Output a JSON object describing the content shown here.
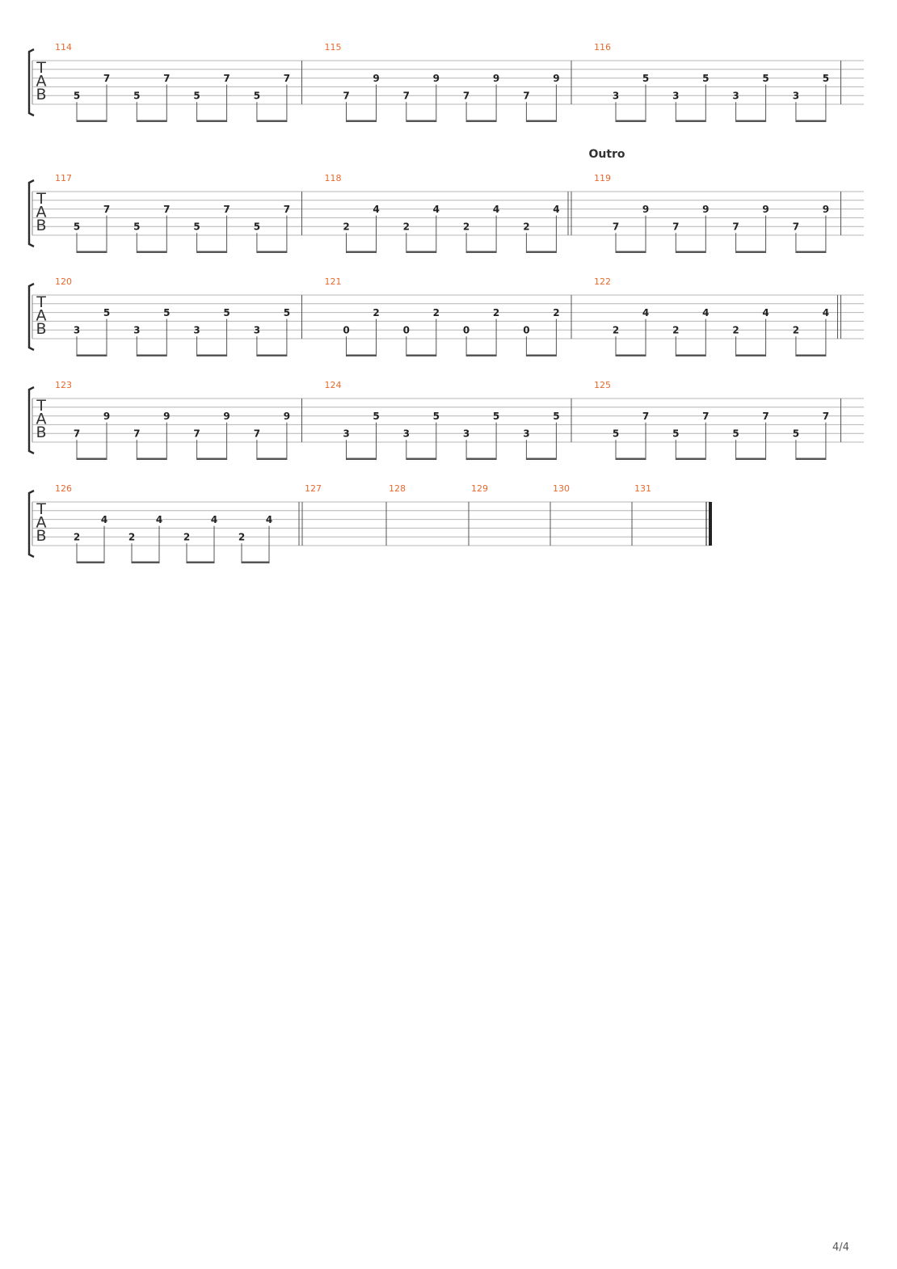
{
  "page": {
    "number": "4/4"
  },
  "clef_letters": [
    "T",
    "A",
    "B"
  ],
  "section_label": "Outro",
  "colors": {
    "measure_number": "#e8692e",
    "staff_line": "#b4b4b4",
    "text": "#222222"
  },
  "systems": [
    {
      "measures": [
        {
          "number": "114",
          "low": "5",
          "high": "7"
        },
        {
          "number": "115",
          "low": "7",
          "high": "9"
        },
        {
          "number": "116",
          "low": "3",
          "high": "5"
        }
      ]
    },
    {
      "measures": [
        {
          "number": "117",
          "low": "5",
          "high": "7"
        },
        {
          "number": "118",
          "low": "2",
          "high": "4"
        },
        {
          "number": "119",
          "low": "7",
          "high": "9",
          "section": true
        }
      ]
    },
    {
      "measures": [
        {
          "number": "120",
          "low": "3",
          "high": "5"
        },
        {
          "number": "121",
          "low": "0",
          "high": "2"
        },
        {
          "number": "122",
          "low": "2",
          "high": "4"
        }
      ]
    },
    {
      "measures": [
        {
          "number": "123",
          "low": "7",
          "high": "9"
        },
        {
          "number": "124",
          "low": "3",
          "high": "5"
        },
        {
          "number": "125",
          "low": "5",
          "high": "7",
          "high_on_d": true
        }
      ]
    },
    {
      "measures": [
        {
          "number": "126",
          "low": "2",
          "high": "4"
        },
        {
          "number": "127",
          "empty": true
        },
        {
          "number": "128",
          "empty": true
        },
        {
          "number": "129",
          "empty": true
        },
        {
          "number": "130",
          "empty": true
        },
        {
          "number": "131",
          "empty": true
        }
      ]
    }
  ]
}
